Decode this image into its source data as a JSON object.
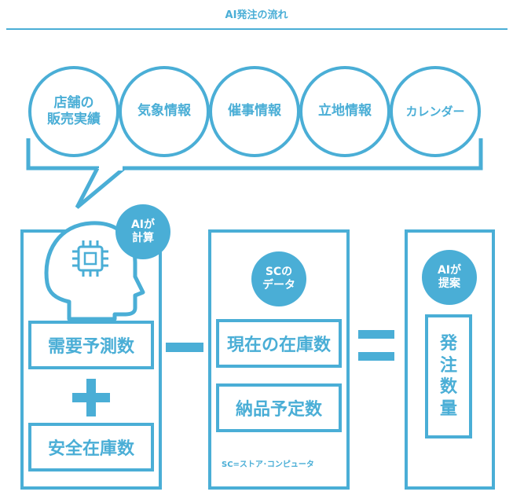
{
  "title": "AI発注の流れ",
  "inputs": [
    "店舗の\n販売実績",
    "気象情報",
    "催事情報",
    "立地情報",
    "カレンダー"
  ],
  "left_badge": "AIが\n計算",
  "demand": "需要予測数",
  "safety": "安全在庫数",
  "middle_badge": "SCの\nデータ",
  "stock": "現在の在庫数",
  "scheduled": "納品予定数",
  "note": "SC=ストア･コンピュータ",
  "right_badge": "AIが\n提案",
  "order_qty": "発\n注\n数\n量"
}
